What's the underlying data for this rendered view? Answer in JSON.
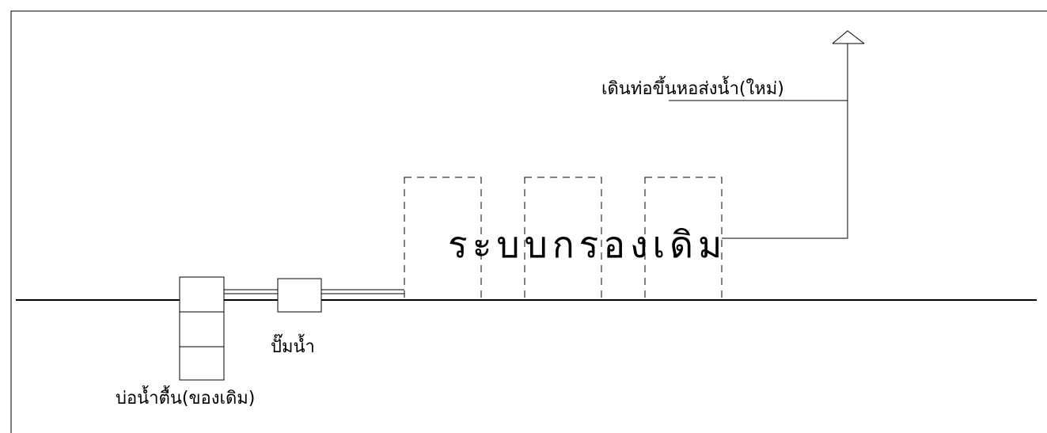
{
  "labels": {
    "pipe_to_tower": "เดินท่อขึ้นหอส่งน้ำ(ใหม่)",
    "filter_system": "ระบบกรองเดิม",
    "pump": "ปั๊มน้ำ",
    "shallow_well": "บ่อน้ำตื้น(ของเดิม)"
  },
  "colors": {
    "line": "#000000",
    "background": "#ffffff"
  }
}
